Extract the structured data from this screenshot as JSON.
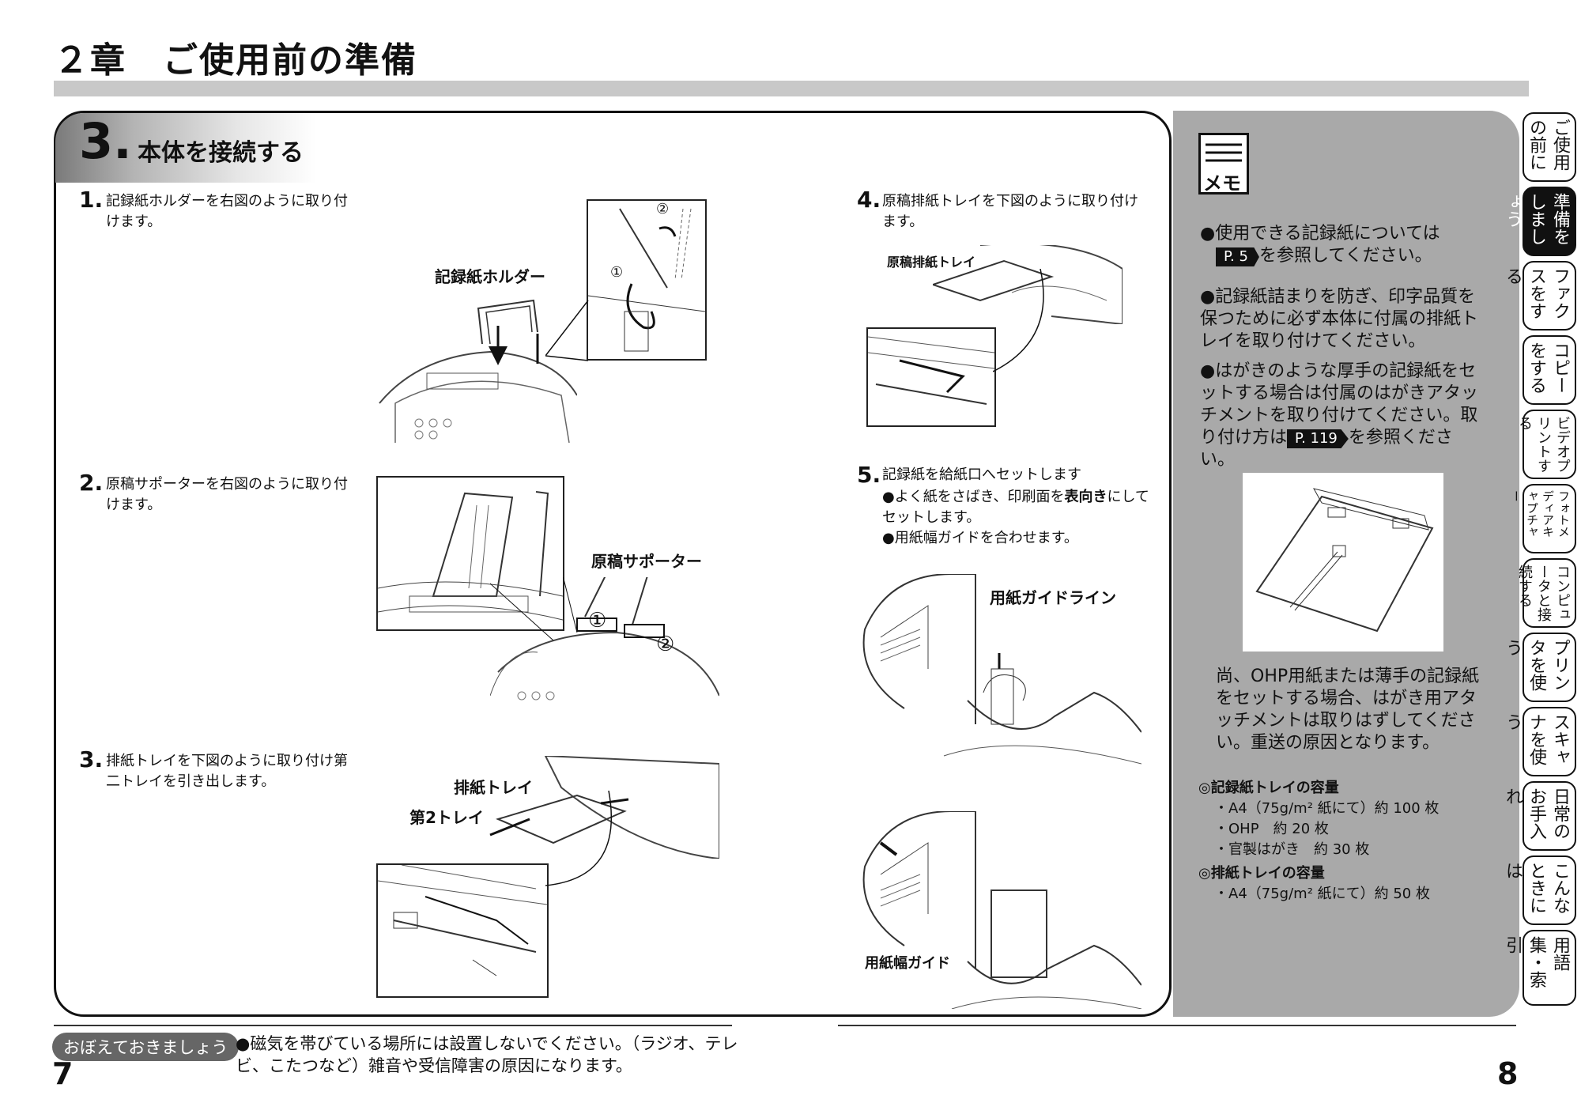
{
  "chapter": {
    "title": "２章　ご使用前の準備"
  },
  "section": {
    "number": "3.",
    "title": "本体を接続する"
  },
  "steps": [
    {
      "num": "1.",
      "text": "記録紙ホルダーを右図のように取り付けます。",
      "labels": [
        "記録紙ホルダー",
        "②",
        "①"
      ]
    },
    {
      "num": "2.",
      "text": "原稿サポーターを右図のように取り付けます。",
      "labels": [
        "原稿サポーター",
        "①",
        "②"
      ]
    },
    {
      "num": "3.",
      "text": "排紙トレイを下図のように取り付け第二トレイを引き出します。",
      "labels": [
        "排紙トレイ",
        "第2トレイ"
      ]
    },
    {
      "num": "4.",
      "text": "原稿排紙トレイを下図のように取り付けます。",
      "labels": [
        "原稿排紙トレイ"
      ]
    },
    {
      "num": "5.",
      "text": "記録紙を給紙口へセットします",
      "bullets": [
        "●よく紙をさばき、印刷面を",
        "表向き",
        "にしてセットします。",
        "●用紙幅ガイドを合わせます。"
      ],
      "labels": [
        "用紙ガイドライン",
        "用紙幅ガイド"
      ]
    }
  ],
  "memo": {
    "icon_label": "メモ",
    "items": [
      {
        "pre": "●使用できる記録紙については",
        "ref": "P. 5",
        "post": "を参照してください。"
      },
      {
        "text": "●記録紙詰まりを防ぎ、印字品質を保つために必ず本体に付属の排紙トレイを取り付けてください。"
      },
      {
        "pre": "●はがきのような厚手の記録紙をセットする場合は付属のはがきアタッチメントを取り付けてください。取り付け方は",
        "ref": "P. 119",
        "post": "を参照ください。"
      }
    ],
    "note": "尚、OHP用紙または薄手の記録紙をセットする場合、はがき用アタッチメントは取りはずしてください。重送の原因となります。",
    "capacity_title": "◎記録紙トレイの容量",
    "capacity_lines": [
      "・A4（75g/m² 紙にて）約 100 枚",
      "・OHP　約 20 枚",
      "・官製はがき　約 30 枚"
    ],
    "output_title": "◎排紙トレイの容量",
    "output_lines": [
      "・A4（75g/m² 紙にて）約 50 枚"
    ]
  },
  "tabs": [
    {
      "label": "ご使用の前に",
      "active": false
    },
    {
      "label": "準備をしましょう",
      "active": true
    },
    {
      "label": "ファクスをする",
      "active": false
    },
    {
      "label": "コピーをする",
      "active": false
    },
    {
      "label": "ビデオプリントする",
      "active": false
    },
    {
      "label": "フォトメディアキャプチャー",
      "active": false
    },
    {
      "label": "コンピュータと接続する",
      "active": false
    },
    {
      "label": "プリンタを使う",
      "active": false
    },
    {
      "label": "スキャナを使う",
      "active": false
    },
    {
      "label": "日常のお手入れ",
      "active": false
    },
    {
      "label": "こんなときには",
      "active": false
    },
    {
      "label": "用語集・索引",
      "active": false
    }
  ],
  "footer": {
    "hint_badge": "おぼえておきましょう",
    "hint_text": "●磁気を帯びている場所には設置しないでください。（ラジオ、テレビ、こたつなど）雑音や受信障害の原因になります。",
    "page_left": "7",
    "page_right": "8"
  },
  "colors": {
    "header_bar": "#c8c8c8",
    "memo_panel": "#a9a9a9",
    "active_tab": "#111111"
  }
}
